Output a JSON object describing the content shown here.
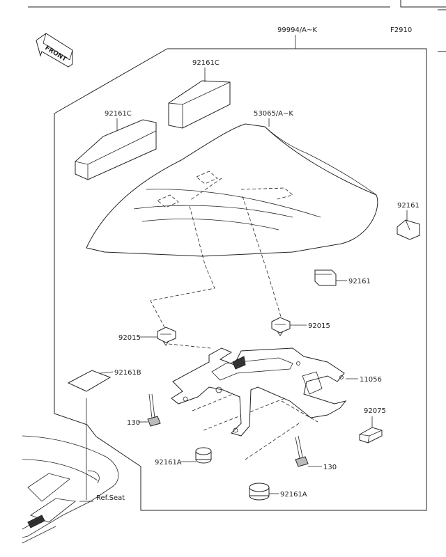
{
  "diagram": {
    "figure_code": "F2910",
    "front_label": "FRONT",
    "ref_label": "Ref.Seat",
    "parts": {
      "p99994": "99994/A~K",
      "p53065": "53065/A~K",
      "p92161c_a": "92161C",
      "p92161c_b": "92161C",
      "p92161_a": "92161",
      "p92161_b": "92161",
      "p92015_a": "92015",
      "p92015_b": "92015",
      "p92161b": "92161B",
      "p11056": "11056",
      "p92075": "92075",
      "p130_a": "130",
      "p130_b": "130",
      "p92161a_a": "92161A",
      "p92161a_b": "92161A"
    }
  }
}
